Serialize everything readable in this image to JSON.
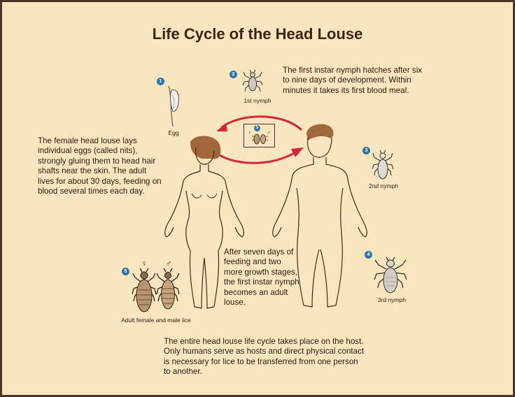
{
  "title": "Life Cycle of the Head Louse",
  "badges": {
    "egg": "1",
    "first": "2",
    "second": "3",
    "third": "4",
    "adult": "5",
    "mating": "5"
  },
  "labels": {
    "egg": "Egg",
    "first_nymph": "1st nymph",
    "second_nymph": "2nd nymph",
    "third_nymph": "3rd nymph",
    "adults": "Adult female and male lice"
  },
  "texts": {
    "hatch": [
      "The first instar nymph hatches after six",
      "to nine days of development. Within",
      "minutes it takes its first blood meal."
    ],
    "female": [
      "The female head louse lays",
      "individual eggs (called nits),",
      "strongly gluing them to head hair",
      "shafts near the skin.  The adult",
      "lives for about 30 days, feeding on",
      "blood several times each day."
    ],
    "growth": [
      "After seven days of",
      "feeding and two",
      "more growth stages,",
      "the first instar nymph",
      "becomes an adult",
      "louse."
    ],
    "host": [
      "The entire head louse life cycle takes place on the host.",
      "Only humans serve as hosts and direct physical contact",
      "is necessary for lice to be transferred from one person",
      "to another."
    ]
  },
  "symbols": {
    "female": "♀",
    "male": "♂"
  },
  "colors": {
    "background": "#fbe5bf",
    "border": "#4a3526",
    "arrow": "#d8243a",
    "badge": "#2d76a8",
    "hair": "#a0673a"
  }
}
